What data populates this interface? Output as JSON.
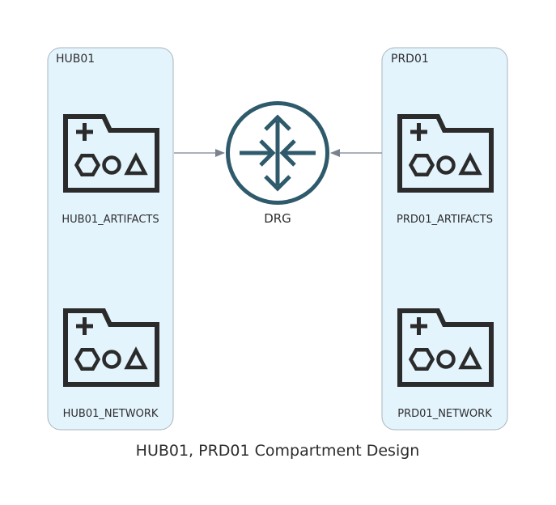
{
  "diagram": {
    "title": "HUB01, PRD01 Compartment Design",
    "clusters": [
      {
        "id": "hub01",
        "label": "HUB01",
        "nodes": [
          "HUB01_ARTIFACTS",
          "HUB01_NETWORK"
        ]
      },
      {
        "id": "prd01",
        "label": "PRD01",
        "nodes": [
          "PRD01_ARTIFACTS",
          "PRD01_NETWORK"
        ]
      }
    ],
    "center_node": {
      "label": "DRG",
      "icon": "router-icon"
    },
    "edges": [
      {
        "from": "HUB01",
        "to": "DRG"
      },
      {
        "from": "PRD01",
        "to": "DRG"
      }
    ],
    "node_icon": "compartment-folder-icon",
    "colors": {
      "cluster_fill": "#e4f4fd",
      "cluster_stroke": "#aab4c0",
      "icon_dark": "#2b2b2b",
      "router": "#2e5a6b",
      "edge": "#7a8290",
      "text": "#2d2d2d"
    }
  }
}
